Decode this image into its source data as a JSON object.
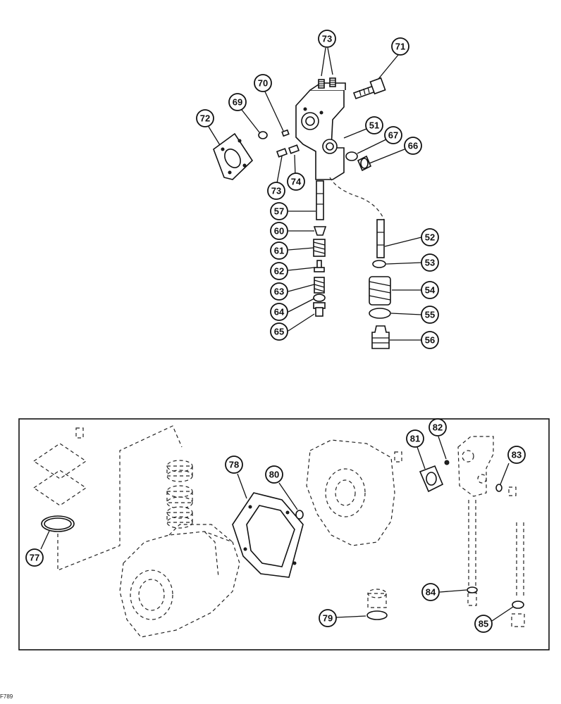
{
  "figure_id": "F789",
  "upper_callouts": {
    "c73a": "73",
    "c71": "71",
    "c70": "70",
    "c69": "69",
    "c72": "72",
    "c51": "51",
    "c67": "67",
    "c66": "66",
    "c73b": "73",
    "c74": "74",
    "c57": "57",
    "c60": "60",
    "c61": "61",
    "c62": "62",
    "c63": "63",
    "c64": "64",
    "c65": "65",
    "c52": "52",
    "c53": "53",
    "c54": "54",
    "c55": "55",
    "c56": "56"
  },
  "lower_callouts": {
    "c77": "77",
    "c78": "78",
    "c80": "80",
    "c81": "81",
    "c82": "82",
    "c83": "83",
    "c84": "84",
    "c79": "79",
    "c85": "85"
  }
}
